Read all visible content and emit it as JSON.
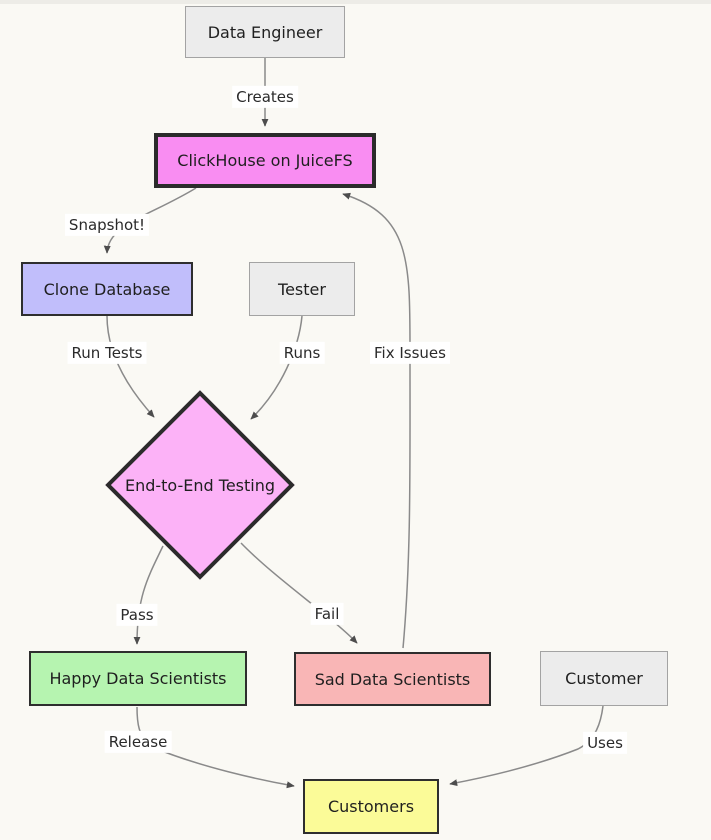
{
  "diagram": {
    "type": "flowchart",
    "background_color": "#faf9f4",
    "edge_line_color": "#8a8a8a",
    "arrowhead_color": "#4d4d4d",
    "nodes": {
      "data_engineer": {
        "label": "Data Engineer",
        "shape": "rect",
        "fill": "#ececec",
        "border": "#a3a3a3"
      },
      "clickhouse": {
        "label": "ClickHouse on JuiceFS",
        "shape": "rect",
        "fill": "#f98df2",
        "border": "#2b2b2b"
      },
      "clone_database": {
        "label": "Clone Database",
        "shape": "rect",
        "fill": "#c1befb",
        "border": "#2e2e2e"
      },
      "tester": {
        "label": "Tester",
        "shape": "rect",
        "fill": "#ececec",
        "border": "#a3a3a3"
      },
      "e2e_testing": {
        "label": "End-to-End Testing",
        "shape": "diamond",
        "fill": "#fcb2f7",
        "border": "#2b2b2b"
      },
      "happy": {
        "label": "Happy Data Scientists",
        "shape": "rect",
        "fill": "#b6f4b0",
        "border": "#2e2e2e"
      },
      "sad": {
        "label": "Sad Data Scientists",
        "shape": "rect",
        "fill": "#f9b6b6",
        "border": "#2e2e2e"
      },
      "customer": {
        "label": "Customer",
        "shape": "rect",
        "fill": "#ececec",
        "border": "#a3a3a3"
      },
      "customers": {
        "label": "Customers",
        "shape": "rect",
        "fill": "#fbfb98",
        "border": "#2e2e2e"
      }
    },
    "edges": {
      "creates": {
        "label": "Creates",
        "from": "data_engineer",
        "to": "clickhouse"
      },
      "snapshot": {
        "label": "Snapshot!",
        "from": "clickhouse",
        "to": "clone_database"
      },
      "run_tests": {
        "label": "Run Tests",
        "from": "clone_database",
        "to": "e2e_testing"
      },
      "runs": {
        "label": "Runs",
        "from": "tester",
        "to": "e2e_testing"
      },
      "pass": {
        "label": "Pass",
        "from": "e2e_testing",
        "to": "happy"
      },
      "fail": {
        "label": "Fail",
        "from": "e2e_testing",
        "to": "sad"
      },
      "fix_issues": {
        "label": "Fix Issues",
        "from": "sad",
        "to": "clickhouse"
      },
      "release": {
        "label": "Release",
        "from": "happy",
        "to": "customers"
      },
      "uses": {
        "label": "Uses",
        "from": "customer",
        "to": "customers"
      }
    }
  }
}
